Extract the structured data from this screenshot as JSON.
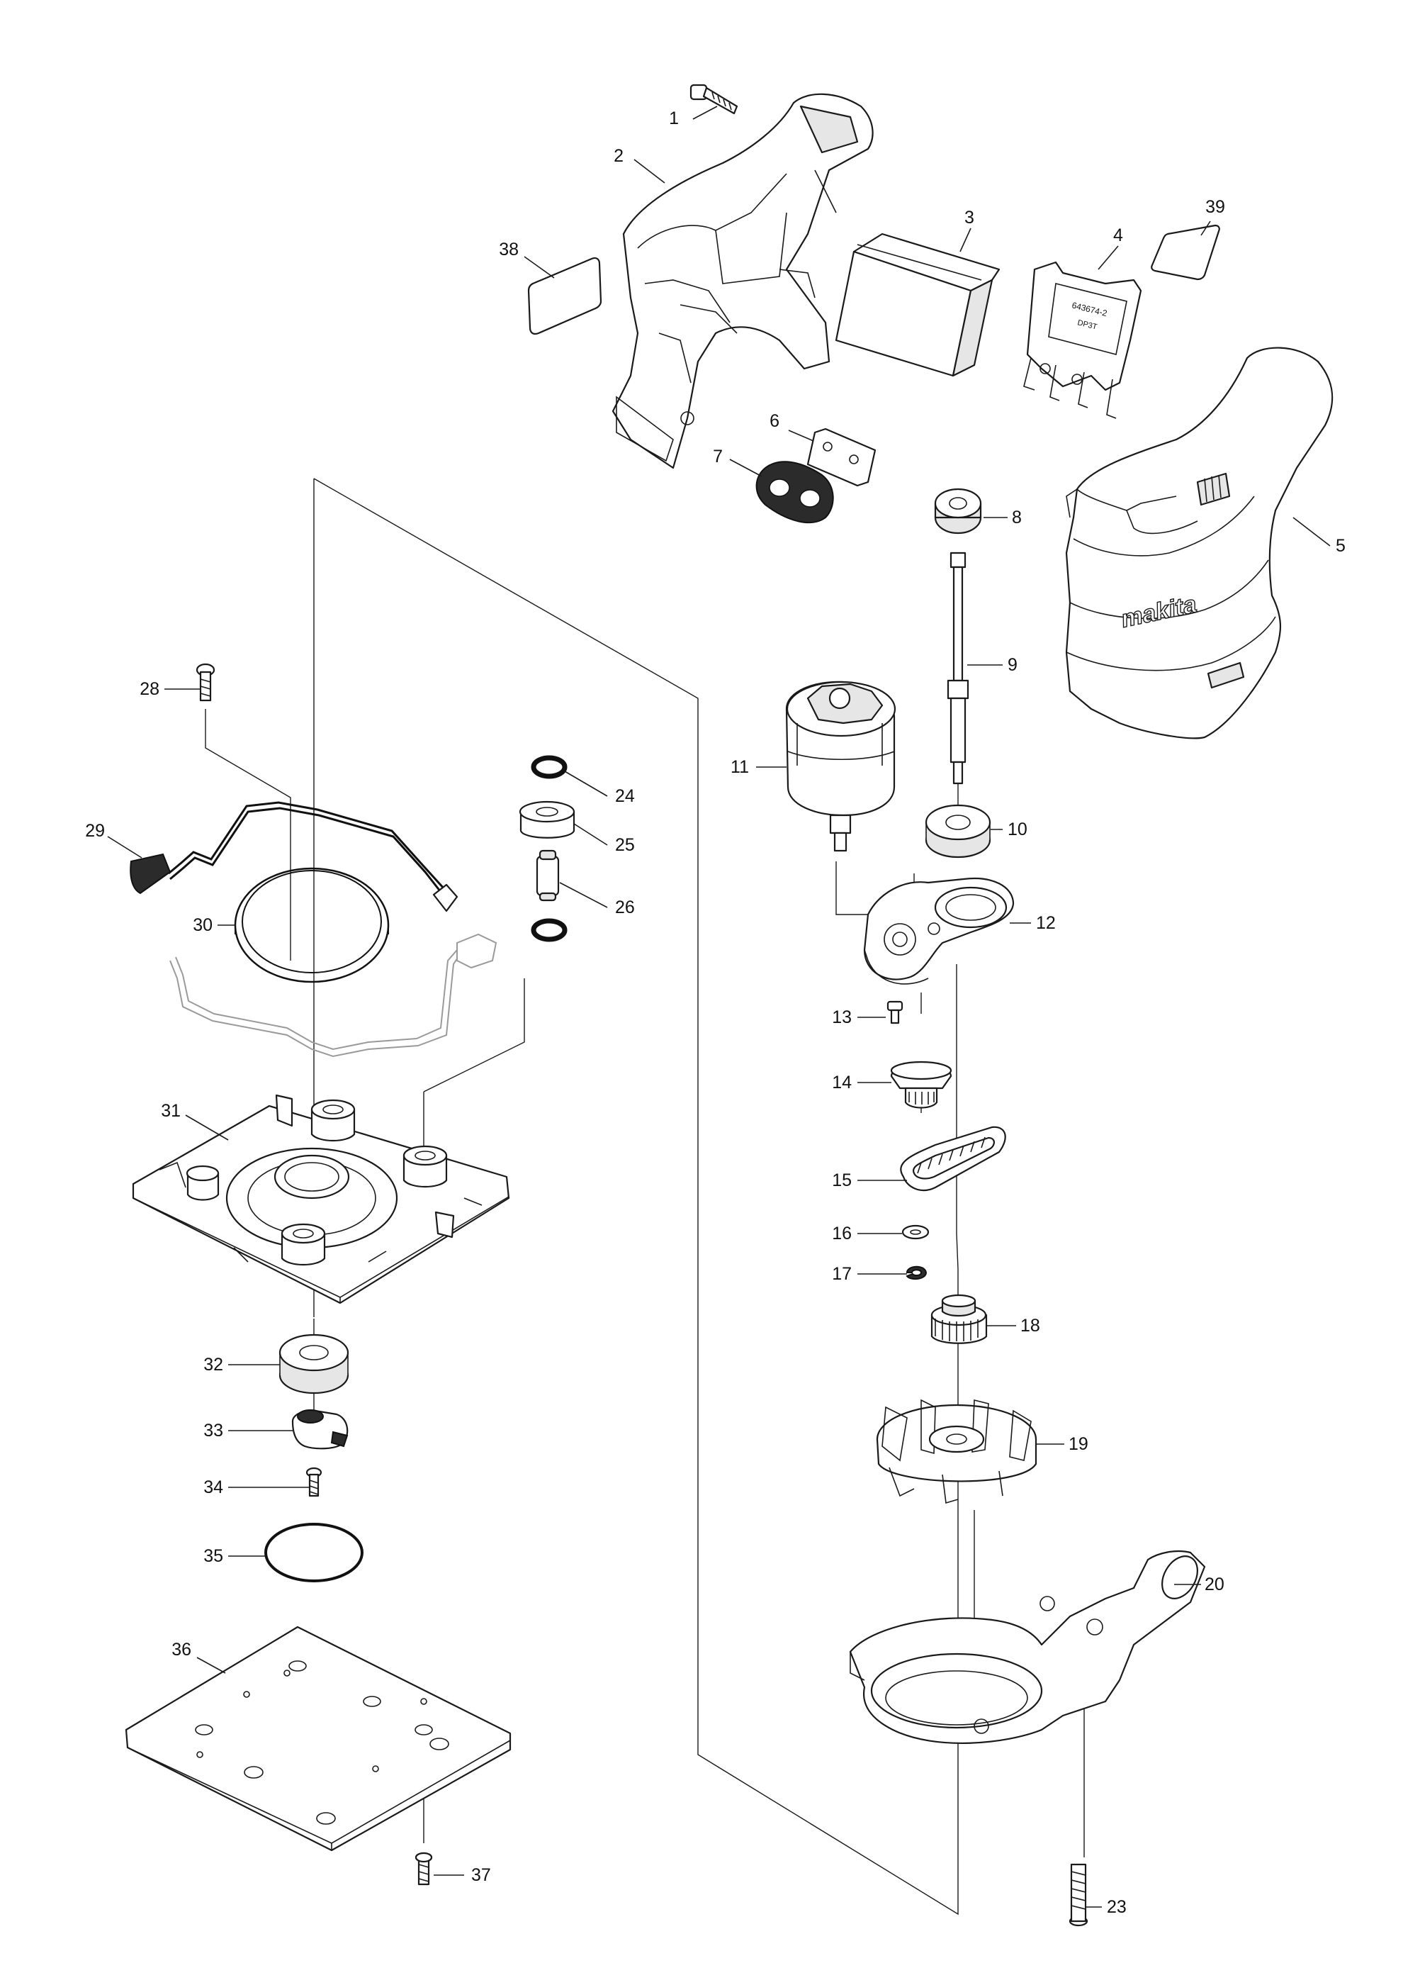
{
  "diagram": {
    "callouts": [
      {
        "id": "1",
        "label": "1"
      },
      {
        "id": "2",
        "label": "2"
      },
      {
        "id": "3",
        "label": "3"
      },
      {
        "id": "4",
        "label": "4"
      },
      {
        "id": "5",
        "label": "5"
      },
      {
        "id": "6",
        "label": "6"
      },
      {
        "id": "7",
        "label": "7"
      },
      {
        "id": "8",
        "label": "8"
      },
      {
        "id": "9",
        "label": "9"
      },
      {
        "id": "10",
        "label": "10"
      },
      {
        "id": "11",
        "label": "11"
      },
      {
        "id": "12",
        "label": "12"
      },
      {
        "id": "13",
        "label": "13"
      },
      {
        "id": "14",
        "label": "14"
      },
      {
        "id": "15",
        "label": "15"
      },
      {
        "id": "16",
        "label": "16"
      },
      {
        "id": "17",
        "label": "17"
      },
      {
        "id": "18",
        "label": "18"
      },
      {
        "id": "19",
        "label": "19"
      },
      {
        "id": "20",
        "label": "20"
      },
      {
        "id": "23",
        "label": "23"
      },
      {
        "id": "24",
        "label": "24"
      },
      {
        "id": "25",
        "label": "25"
      },
      {
        "id": "26",
        "label": "26"
      },
      {
        "id": "28",
        "label": "28"
      },
      {
        "id": "29",
        "label": "29"
      },
      {
        "id": "30",
        "label": "30"
      },
      {
        "id": "31",
        "label": "31"
      },
      {
        "id": "32",
        "label": "32"
      },
      {
        "id": "33",
        "label": "33"
      },
      {
        "id": "34",
        "label": "34"
      },
      {
        "id": "35",
        "label": "35"
      },
      {
        "id": "36",
        "label": "36"
      },
      {
        "id": "37",
        "label": "37"
      },
      {
        "id": "38",
        "label": "38"
      },
      {
        "id": "39",
        "label": "39"
      }
    ],
    "part_markings": {
      "brand": "makita",
      "switch_code": "643674-2",
      "switch_sub": "DP3T"
    }
  }
}
